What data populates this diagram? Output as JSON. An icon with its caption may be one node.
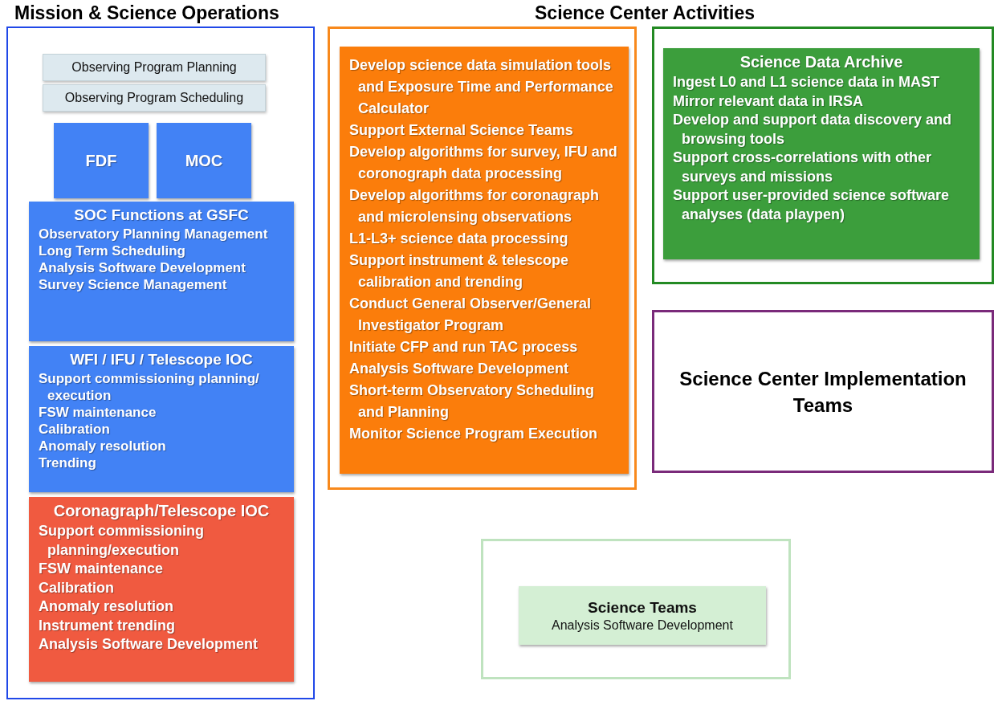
{
  "diagram": {
    "title": "Science Center Activities",
    "nodes": [
      {
        "text": [
          "Mission & Science Operations"
        ]
      },
      {
        "text": [
          "Observing Program Planning"
        ],
        "in": 0
      },
      {
        "text": [
          "Observing Program Scheduling"
        ],
        "in": 0
      },
      {
        "text": [
          "FDF"
        ],
        "in": 0
      },
      {
        "text": [
          "MOC"
        ],
        "in": 0
      },
      {
        "text": [
          "SOC Functions at GSFC",
          "Observatory Planning Management",
          "Long Term Scheduling",
          "Analysis Software Development",
          "Survey Science Management"
        ],
        "in": 0
      },
      {
        "text": [
          "WFI / IFU / Telescope IOC",
          "Support commissioning planning/ execution",
          "FSW maintenance",
          "Calibration",
          "Anomaly resolution",
          "Trending"
        ],
        "in": 0
      },
      {
        "text": [
          "Coronagraph/Telescope IOC",
          "Support commissioning planning/execution",
          "FSW maintenance",
          "Calibration",
          "Anomaly resolution",
          "Instrument trending",
          "Analysis Software Development"
        ],
        "in": 0
      },
      {
        "text": [],
        "shape": "box"
      },
      {
        "text": [
          "Develop science data simulation tools and Exposure Time and Performance Calculator",
          "Support External Science Teams",
          "Develop algorithms for survey, IFU and coronograph data processing",
          "Develop algorithms for coronagraph and microlensing observations",
          "L1-L3+ science data processing",
          "Support instrument & telescope calibration and trending",
          "Conduct General Observer/General Investigator Program",
          "Initiate CFP and run TAC process",
          "Analysis Software Development",
          "Short-term Observatory Scheduling and Planning",
          "Monitor Science Program Execution"
        ],
        "in": 8
      },
      {
        "text": [],
        "shape": "box"
      },
      {
        "text": [
          "Science Data Archive",
          "Ingest L0 and L1 science data in MAST",
          "Mirror relevant data in IRSA",
          "Develop and support data discovery and browsing tools",
          "Support cross-correlations with other surveys and missions",
          "Support user-provided science software analyses (data playpen)"
        ],
        "in": 10
      },
      {
        "text": [
          "Science Center Implementation Teams"
        ]
      },
      {
        "text": [],
        "shape": "box"
      },
      {
        "text": [
          "Science Teams",
          "Analysis Software Development"
        ],
        "in": 13
      }
    ]
  }
}
